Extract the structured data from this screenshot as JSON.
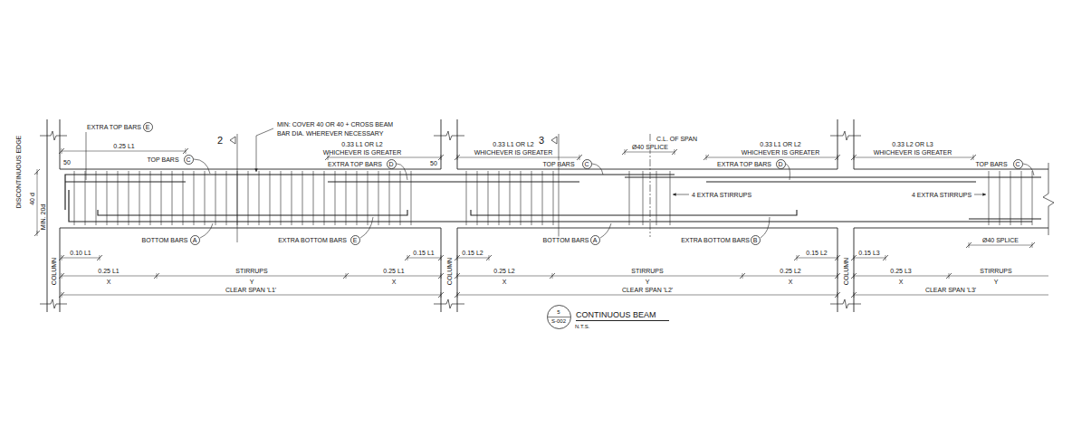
{
  "diagram": {
    "title": "CONTINUOUS BEAM",
    "nodes": [
      {
        "text": [
          "E"
        ]
      },
      {
        "text": [
          "C"
        ]
      },
      {
        "text": [
          "D"
        ]
      },
      {
        "text": [
          "C"
        ]
      },
      {
        "text": [
          "D"
        ]
      },
      {
        "text": [
          "C"
        ]
      },
      {
        "text": [
          "A"
        ]
      },
      {
        "text": [
          "E"
        ]
      },
      {
        "text": [
          "A"
        ]
      },
      {
        "text": [
          "B"
        ]
      },
      {
        "text": [
          "5",
          "S-002"
        ]
      }
    ],
    "labels": [
      "DISCONTINUOUS EDGE",
      "EXTRA TOP BARS",
      "MIN: COVER 40 OR 40 + CROSS BEAM",
      "BAR DIA. WHEREVER NECESSARY",
      "2",
      "0.25 L1",
      "0.33 L1 OR L2",
      "WHICHEVER IS GREATER",
      "3",
      "0.33 L1 OR L2",
      "WHICHEVER IS GREATER",
      "C.L. OF SPAN",
      "Ø40 SPLICE",
      "0.33 L1 OR L2",
      "WHICHEVER IS GREATER",
      "0.33 L2 OR L3",
      "WHICHEVER IS GREATER",
      "TOP BARS",
      "50",
      "EXTRA TOP BARS",
      "50",
      "TOP BARS",
      "EXTRA TOP BARS",
      "TOP BARS",
      "4 EXTRA STIRRUPS",
      "4 EXTRA STIRRUPS",
      "40 d",
      "MIN. 20d",
      "BOTTOM BARS",
      "EXTRA BOTTOM BARS",
      "BOTTOM BARS",
      "EXTRA BOTTOM BARS",
      "0.10 L1",
      "0.15 L1",
      "0.15 L2",
      "0.15 L2",
      "0.15 L3",
      "Ø40 SPLICE",
      "COLUMN",
      "0.25 L1",
      "STIRRUPS",
      "0.25 L1",
      "X",
      "Y",
      "X",
      "CLEAR SPAN 'L1'",
      "COLUMN",
      "0.25 L2",
      "STIRRUPS",
      "0.25 L2",
      "X",
      "Y",
      "X",
      "CLEAR SPAN 'L2'",
      "COLUMN",
      "0.25 L3",
      "STIRRUPS",
      "X",
      "Y",
      "CLEAR SPAN 'L3'",
      "N.T.S."
    ]
  }
}
